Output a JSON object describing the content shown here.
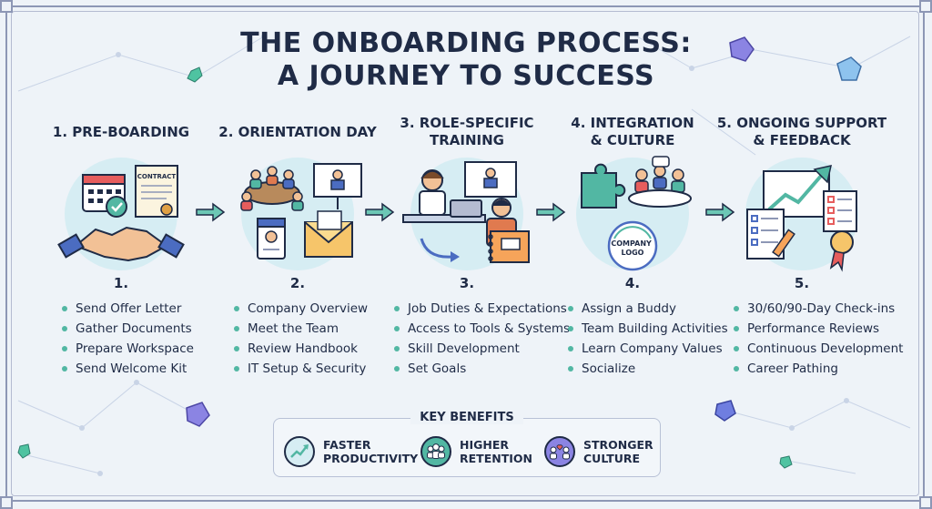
{
  "title": "THE ONBOARDING PROCESS:\nA JOURNEY TO SUCCESS",
  "stages": [
    {
      "heading": "1. PRE-BOARDING",
      "number": "1.",
      "items": [
        "Send Offer Letter",
        "Gather Documents",
        "Prepare Workspace",
        "Send Welcome Kit"
      ],
      "illustration_text": "CONTRACT"
    },
    {
      "heading": "2. ORIENTATION DAY",
      "number": "2.",
      "items": [
        "Company Overview",
        "Meet the Team",
        "Review Handbook",
        "IT Setup & Security"
      ]
    },
    {
      "heading": "3. ROLE-SPECIFIC\nTRAINING",
      "number": "3.",
      "items": [
        "Job Duties & Expectations",
        "Access to Tools & Systems",
        "Skill Development",
        "Set Goals"
      ]
    },
    {
      "heading": "4. INTEGRATION\n& CULTURE",
      "number": "4.",
      "items": [
        "Assign a Buddy",
        "Team Building Activities",
        "Learn Company Values",
        "Socialize"
      ],
      "illustration_text": "COMPANY\nLOGO"
    },
    {
      "heading": "5. ONGOING SUPPORT\n& FEEDBACK",
      "number": "5.",
      "items": [
        "30/60/90-Day Check-ins",
        "Performance Reviews",
        "Continuous Development",
        "Career Pathing"
      ]
    }
  ],
  "benefits": {
    "title": "KEY BENEFITS",
    "items": [
      {
        "label": "FASTER\nPRODUCTIVITY",
        "icon": "trend-up-icon"
      },
      {
        "label": "HIGHER\nRETENTION",
        "icon": "team-icon"
      },
      {
        "label": "STRONGER\nCULTURE",
        "icon": "people-heart-icon"
      }
    ]
  },
  "colors": {
    "accent": "#52b7a3",
    "navy": "#1f2b46",
    "circle": "#d6edf3",
    "background": "#eef3f8"
  }
}
